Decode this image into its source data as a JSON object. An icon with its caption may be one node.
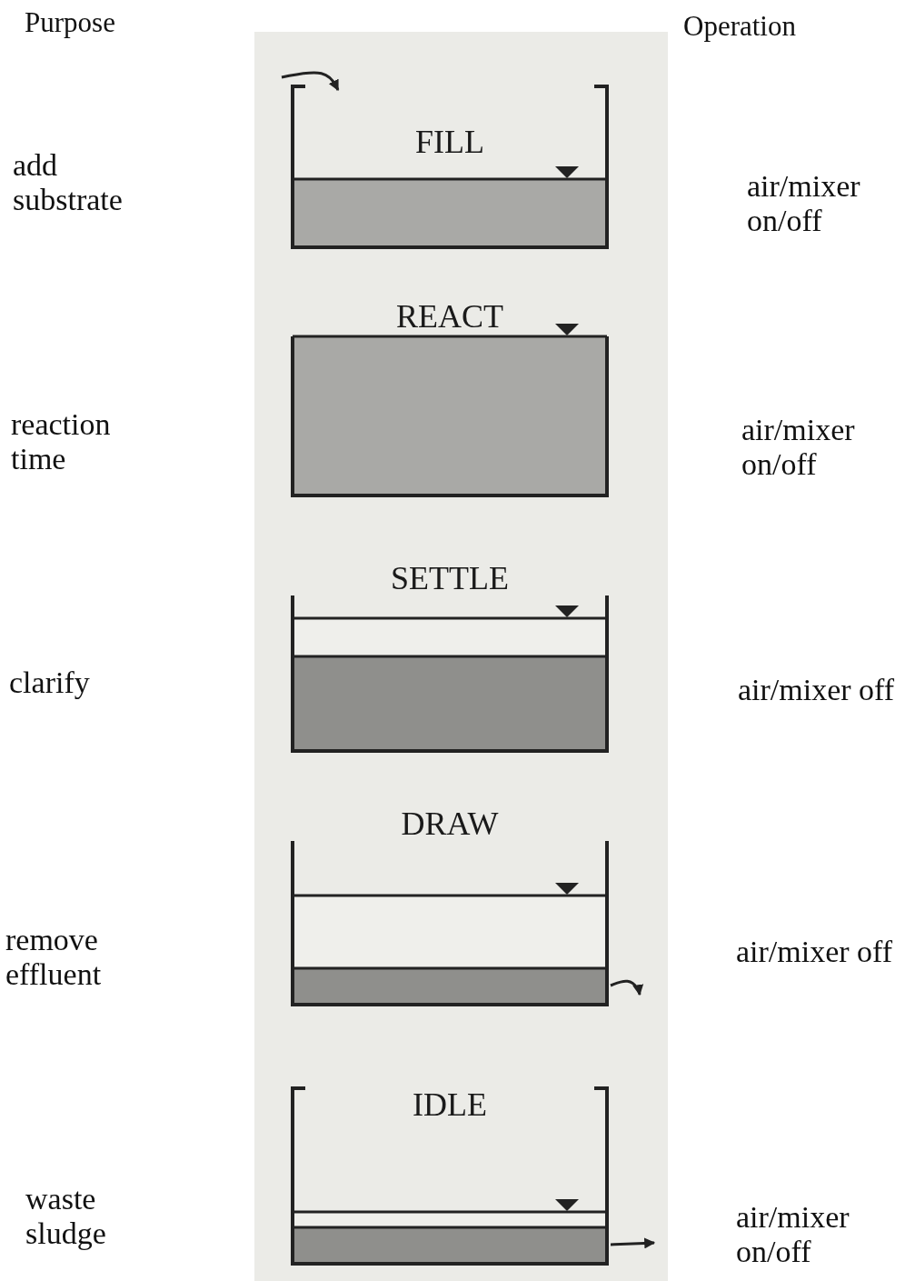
{
  "diagram": {
    "nodes": [
      {
        "text": [
          "FILL"
        ]
      },
      {
        "text": [
          "REACT"
        ]
      },
      {
        "text": [
          "SETTLE"
        ]
      },
      {
        "text": [
          "DRAW"
        ]
      },
      {
        "text": [
          "IDLE"
        ]
      }
    ],
    "edges": [
      {
        "from": null,
        "to": 0,
        "arrow": "to"
      },
      {
        "from": 3,
        "to": null,
        "arrow": "to"
      },
      {
        "from": 4,
        "to": null,
        "arrow": "to"
      }
    ],
    "labels": [
      "Purpose",
      "Operation",
      "add substrate",
      "air/mixer on/off",
      "reaction time",
      "air/mixer on/off",
      "clarify",
      "air/mixer off",
      "remove effluent",
      "air/mixer off",
      "waste sludge",
      "air/mixer on/off"
    ]
  }
}
